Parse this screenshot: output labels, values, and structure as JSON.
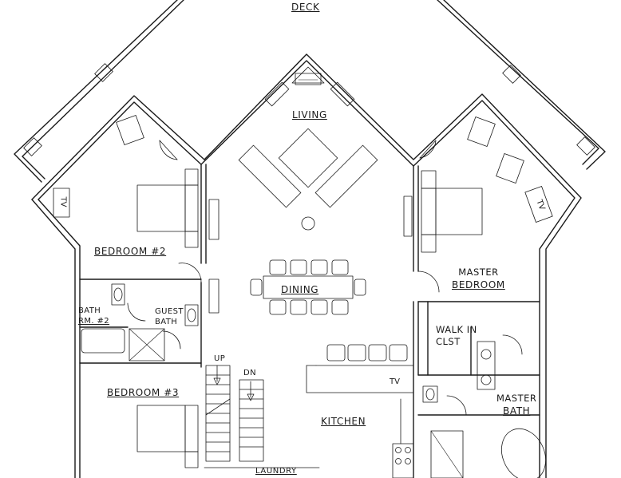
{
  "rooms": {
    "deck": "DECK",
    "living": "LIVING",
    "dining": "DINING",
    "kitchen": "KITCHEN",
    "laundry": "LAUNDRY",
    "bedroom2": "BEDROOM #2",
    "bedroom3": "BEDROOM #3",
    "master_bedroom_line1": "MASTER",
    "master_bedroom_line2": "BEDROOM",
    "walk_in_line1": "WALK IN",
    "walk_in_line2": "CLST",
    "master_bath_line1": "MASTER",
    "master_bath_line2": "BATH",
    "bath2_line1": "BATH",
    "bath2_line2": "RM. #2",
    "guest_bath_line1": "GUEST",
    "guest_bath_line2": "BATH"
  },
  "stairs": {
    "up": "UP",
    "down": "DN"
  },
  "tv": {
    "bedroom2": "TV",
    "master": "TV",
    "kitchen": "TV"
  }
}
